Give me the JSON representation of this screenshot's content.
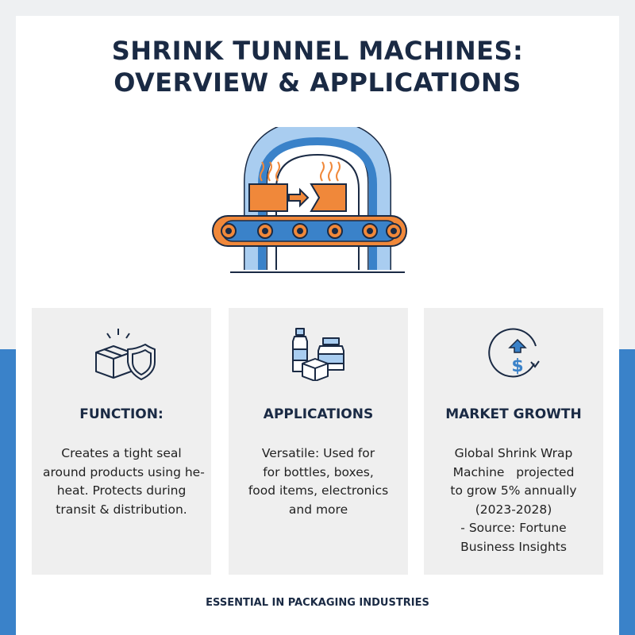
{
  "title": {
    "line1": "SHRINK TUNNEL MACHINES:",
    "line2": "OVERVIEW & APPLICATIONS"
  },
  "hero": {
    "icon": "shrink-tunnel-conveyor-illustration"
  },
  "cards": [
    {
      "icon": "package-shield-icon",
      "heading": "FUNCTION:",
      "lines": [
        "Creates a tight seal",
        "around products using he-",
        "heat. Protects during",
        "transit & distribution."
      ]
    },
    {
      "icon": "bottles-boxes-icon",
      "heading": "APPLICATIONS",
      "lines": [
        "Versatile: Used for",
        "for bottles, boxes,",
        "food items, electronics",
        "and more"
      ]
    },
    {
      "icon": "dollar-growth-icon",
      "heading": "MARKET GROWTH",
      "lines": [
        "Global Shrink Wrap",
        "Machine   projected",
        "to grow 5% annually",
        "(2023-2028)",
        "- Source: Fortune",
        "Business Insights"
      ]
    }
  ],
  "footer": "ESSENTIAL IN PACKAGING INDUSTRIES",
  "colors": {
    "navy": "#1a2a44",
    "blue": "#3a82c9",
    "light_blue": "#a9cdf0",
    "orange": "#f0883a",
    "card_bg": "#efefef"
  }
}
